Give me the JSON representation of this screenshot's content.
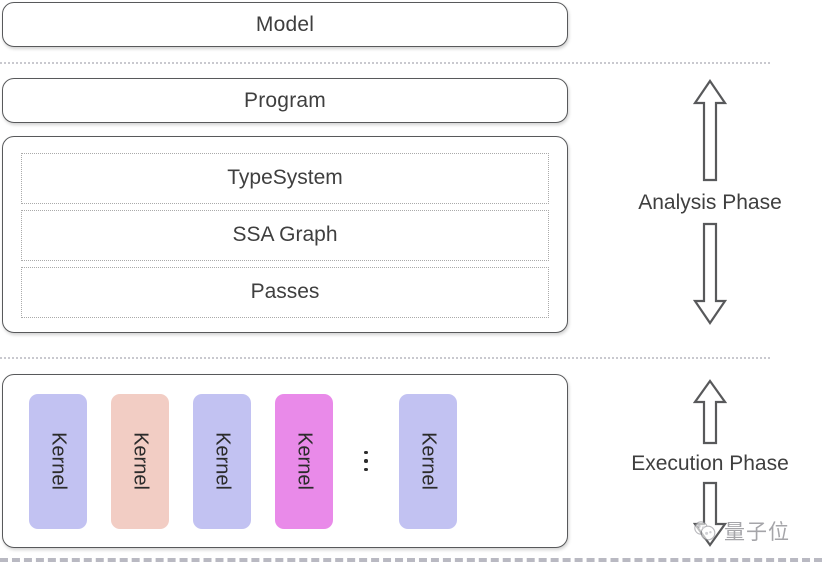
{
  "diagram": {
    "title_blocks": {
      "model": "Model",
      "program": "Program"
    },
    "analysis_rows": [
      {
        "label": "TypeSystem"
      },
      {
        "label": "SSA Graph"
      },
      {
        "label": "Passes"
      }
    ],
    "kernels": [
      {
        "label": "Kernel",
        "color": "#c2c2f2"
      },
      {
        "label": "Kernel",
        "color": "#f2cdc4"
      },
      {
        "label": "Kernel",
        "color": "#c2c2f2"
      },
      {
        "label": "Kernel",
        "color": "#e98ae9"
      },
      {
        "label": "Kernel",
        "color": "#c2c2f2"
      }
    ],
    "kernel_ellipsis": "⋮",
    "phases": [
      {
        "name": "analysis",
        "label": "Analysis Phase"
      },
      {
        "name": "execution",
        "label": "Execution Phase"
      }
    ],
    "watermark": {
      "text": "量子位",
      "logo_icon": "speech-bubbles-logo-icon"
    },
    "colors": {
      "panel_border": "#58595b",
      "dotted_border": "#aaaaaa",
      "divider": "#c9c9cf",
      "text": "#3f3f3f",
      "kernel_lavender": "#c2c2f2",
      "kernel_salmon": "#f2cdc4",
      "kernel_magenta": "#e98ae9",
      "background": "#ffffff"
    }
  }
}
